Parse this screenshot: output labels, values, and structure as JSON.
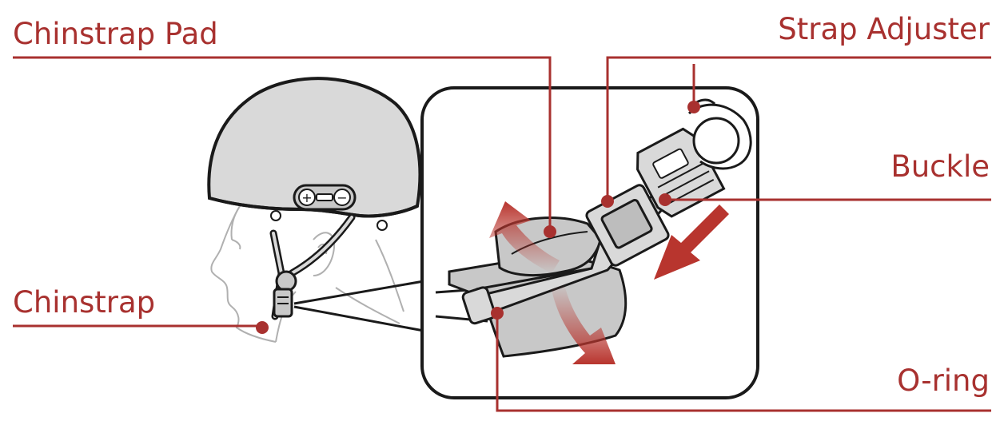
{
  "labels": {
    "chinstrap_pad": "Chinstrap Pad",
    "strap_adjuster": "Strap Adjuster",
    "buckle": "Buckle",
    "chinstrap": "Chinstrap",
    "o_ring": "O-ring"
  },
  "device_controls": {
    "plus_symbol": "+",
    "minus_symbol": "−"
  },
  "colors": {
    "callout": "#a8312f",
    "helmet_fill": "#d9d9d9",
    "strap_fill": "#c8c8c8",
    "outline": "#1a1a1a",
    "sketch": "#b0b0b0",
    "arrow": "#b8352e"
  }
}
